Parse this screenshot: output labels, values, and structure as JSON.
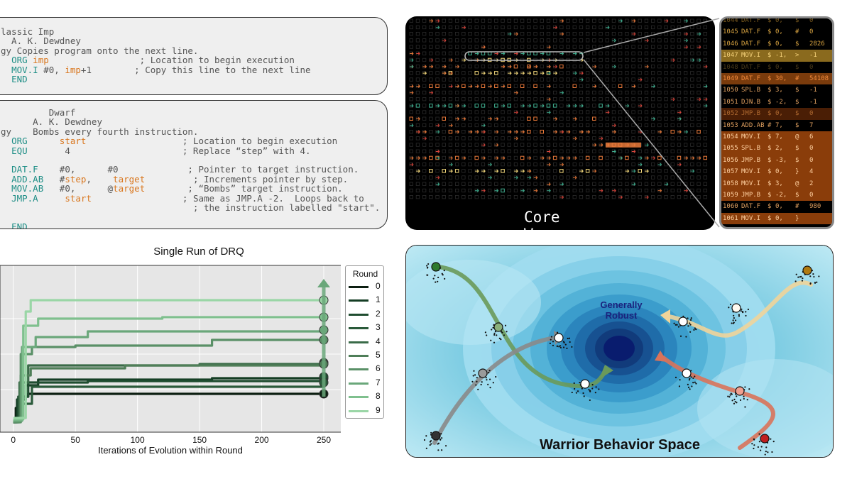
{
  "imp_code": {
    "lines": [
      [
        {
          "t": "lassic Imp",
          "c": ""
        }
      ],
      [
        {
          "t": "  A. K. Dewdney",
          "c": ""
        }
      ],
      [
        {
          "t": "gy Copies program onto the next line.",
          "c": ""
        }
      ],
      [
        {
          "t": "  ",
          "c": ""
        },
        {
          "t": "ORG",
          "c": "kw"
        },
        {
          "t": " ",
          "c": ""
        },
        {
          "t": "imp",
          "c": "arg"
        },
        {
          "t": "                 ; Location to begin execution",
          "c": ""
        }
      ],
      [
        {
          "t": "  ",
          "c": ""
        },
        {
          "t": "MOV.I",
          "c": "kw"
        },
        {
          "t": " #0, ",
          "c": ""
        },
        {
          "t": "imp",
          "c": "arg"
        },
        {
          "t": "+1        ; Copy this line to the next line",
          "c": ""
        }
      ],
      [
        {
          "t": "  ",
          "c": ""
        },
        {
          "t": "END",
          "c": "kw"
        }
      ]
    ]
  },
  "dwarf_code": {
    "lines": [
      [
        {
          "t": "         Dwarf",
          "c": ""
        }
      ],
      [
        {
          "t": "      A. K. Dewdney",
          "c": ""
        }
      ],
      [
        {
          "t": "gy    Bombs every fourth instruction.",
          "c": ""
        }
      ],
      [
        {
          "t": "  ",
          "c": ""
        },
        {
          "t": "ORG",
          "c": "kw"
        },
        {
          "t": "      ",
          "c": ""
        },
        {
          "t": "start",
          "c": "arg"
        },
        {
          "t": "                  ; Location to begin execution",
          "c": ""
        }
      ],
      [
        {
          "t": "  ",
          "c": ""
        },
        {
          "t": "EQU",
          "c": "kw"
        },
        {
          "t": "       4                     ; Replace “step” with 4.",
          "c": ""
        }
      ],
      [
        {
          "t": "",
          "c": ""
        }
      ],
      [
        {
          "t": "  ",
          "c": ""
        },
        {
          "t": "DAT.F",
          "c": "kw"
        },
        {
          "t": "    #0,      #0             ; Pointer to target instruction.",
          "c": ""
        }
      ],
      [
        {
          "t": "  ",
          "c": ""
        },
        {
          "t": "ADD.AB",
          "c": "kw"
        },
        {
          "t": "   #",
          "c": ""
        },
        {
          "t": "step",
          "c": "arg"
        },
        {
          "t": ",    ",
          "c": ""
        },
        {
          "t": "target",
          "c": "arg"
        },
        {
          "t": "         ; Increments pointer by step.",
          "c": ""
        }
      ],
      [
        {
          "t": "  ",
          "c": ""
        },
        {
          "t": "MOV.AB",
          "c": "kw"
        },
        {
          "t": "   #0,      @",
          "c": ""
        },
        {
          "t": "target",
          "c": "arg"
        },
        {
          "t": "        ; “Bombs” target instruction.",
          "c": ""
        }
      ],
      [
        {
          "t": "  ",
          "c": ""
        },
        {
          "t": "JMP.A",
          "c": "kw"
        },
        {
          "t": "     ",
          "c": ""
        },
        {
          "t": "start",
          "c": "arg"
        },
        {
          "t": "                 ; Same as JMP.A -2.  Loops back to",
          "c": ""
        }
      ],
      [
        {
          "t": "                                    ; the instruction labelled \"start\".",
          "c": ""
        }
      ],
      [
        {
          "t": "",
          "c": ""
        }
      ],
      [
        {
          "t": "  ",
          "c": ""
        },
        {
          "t": "END",
          "c": "kw"
        }
      ]
    ]
  },
  "core_war": {
    "title": "Core War",
    "memory_rows": [
      {
        "addr": "1044",
        "op": "DAT.F",
        "a": "$",
        "av": "0,",
        "b": "$",
        "bv": "0",
        "bg": "#000000",
        "fg": "#7a5a1e"
      },
      {
        "addr": "1045",
        "op": "DAT.F",
        "a": "$",
        "av": "0,",
        "b": "#",
        "bv": "0",
        "bg": "#000000",
        "fg": "#d9a441"
      },
      {
        "addr": "1046",
        "op": "DAT.F",
        "a": "$",
        "av": "0,",
        "b": "$",
        "bv": "2826",
        "bg": "#000000",
        "fg": "#d9a441"
      },
      {
        "addr": "1047",
        "op": "MOV.I",
        "a": "$",
        "av": "-1,",
        "b": ">",
        "bv": "-1",
        "bg": "#8a6a1e",
        "fg": "#f5d27a"
      },
      {
        "addr": "1048",
        "op": "DAT.F",
        "a": "$",
        "av": "0,",
        "b": "$",
        "bv": "0",
        "bg": "#000000",
        "fg": "#4a3a1a"
      },
      {
        "addr": "1049",
        "op": "DAT.F",
        "a": "$",
        "av": "30,",
        "b": "#",
        "bv": "54108",
        "bg": "#7a3b0c",
        "fg": "#f08a3c"
      },
      {
        "addr": "1050",
        "op": "SPL.B",
        "a": "$",
        "av": "3,",
        "b": "$",
        "bv": "-1",
        "bg": "#000000",
        "fg": "#e0a060"
      },
      {
        "addr": "1051",
        "op": "DJN.B",
        "a": "$",
        "av": "-2,",
        "b": "$",
        "bv": "-1",
        "bg": "#000000",
        "fg": "#e0a060"
      },
      {
        "addr": "1052",
        "op": "JMP.B",
        "a": "$",
        "av": "0,",
        "b": "$",
        "bv": "0",
        "bg": "#4a1e05",
        "fg": "#b06a30"
      },
      {
        "addr": "1053",
        "op": "ADD.AB",
        "a": "#",
        "av": "7,",
        "b": "$",
        "bv": "7",
        "bg": "#000000",
        "fg": "#e0a060"
      },
      {
        "addr": "1054",
        "op": "MOV.I",
        "a": "$",
        "av": "7,",
        "b": "@",
        "bv": "6",
        "bg": "#8a3d0a",
        "fg": "#ffd0a0"
      },
      {
        "addr": "1055",
        "op": "SPL.B",
        "a": "$",
        "av": "2,",
        "b": "$",
        "bv": "0",
        "bg": "#8a3d0a",
        "fg": "#ffd0a0"
      },
      {
        "addr": "1056",
        "op": "JMP.B",
        "a": "$",
        "av": "-3,",
        "b": "$",
        "bv": "0",
        "bg": "#8a3d0a",
        "fg": "#ffd0a0"
      },
      {
        "addr": "1057",
        "op": "MOV.I",
        "a": "$",
        "av": "0,",
        "b": "}",
        "bv": "4",
        "bg": "#8a3d0a",
        "fg": "#ffd0a0"
      },
      {
        "addr": "1058",
        "op": "MOV.I",
        "a": "$",
        "av": "3,",
        "b": "@",
        "bv": "2",
        "bg": "#8a3d0a",
        "fg": "#ffd0a0"
      },
      {
        "addr": "1059",
        "op": "JMP.B",
        "a": "$",
        "av": "-2,",
        "b": "$",
        "bv": "0",
        "bg": "#8a3d0a",
        "fg": "#ffd0a0"
      },
      {
        "addr": "1060",
        "op": "DAT.F",
        "a": "$",
        "av": "0,",
        "b": "#",
        "bv": "980",
        "bg": "#000000",
        "fg": "#e0a060"
      },
      {
        "addr": "1061",
        "op": "MOV.I",
        "a": "$",
        "av": "0,",
        "b": "}",
        "bv": "",
        "bg": "#8a3d0a",
        "fg": "#ffd0a0"
      }
    ],
    "colors": {
      "green": "#3fae8f",
      "orange": "#e8793a",
      "yellow": "#f2d77a",
      "red": "#d9453b",
      "grid": "#2b2b2b"
    }
  },
  "behavior_space": {
    "title": "Warrior Behavior Space",
    "center_label_line1": "Generally",
    "center_label_line2": "Robust",
    "colors": {
      "deep": "#0a1a6e",
      "light": "#aee5f3",
      "green": "#6a9a5a",
      "gray": "#8a8a8a",
      "tan": "#f0d49a",
      "red": "#d9735a"
    }
  },
  "chart_data": {
    "type": "line",
    "title": "Single Run of DRQ",
    "xlabel": "Iterations of Evolution within Round",
    "ylabel": "",
    "xlim": [
      -5,
      262
    ],
    "xticks": [
      0,
      50,
      100,
      150,
      200,
      250
    ],
    "grid": true,
    "legend_title": "Round",
    "legend_position": "right",
    "series": [
      {
        "name": "0",
        "color": "#0d1f12",
        "points": [
          [
            0,
            0.02
          ],
          [
            2,
            0.12
          ],
          [
            5,
            0.2
          ],
          [
            12,
            0.22
          ],
          [
            250,
            0.22
          ]
        ]
      },
      {
        "name": "1",
        "color": "#143d24",
        "points": [
          [
            0,
            0.02
          ],
          [
            3,
            0.18
          ],
          [
            10,
            0.28
          ],
          [
            20,
            0.32
          ],
          [
            160,
            0.33
          ],
          [
            250,
            0.33
          ]
        ]
      },
      {
        "name": "2",
        "color": "#1f4d30",
        "points": [
          [
            0,
            0.02
          ],
          [
            4,
            0.2
          ],
          [
            12,
            0.3
          ],
          [
            60,
            0.31
          ],
          [
            250,
            0.34
          ]
        ]
      },
      {
        "name": "3",
        "color": "#2a5a3a",
        "points": [
          [
            0,
            0.03
          ],
          [
            5,
            0.15
          ],
          [
            15,
            0.27
          ],
          [
            250,
            0.3
          ]
        ]
      },
      {
        "name": "4",
        "color": "#3a6b48",
        "points": [
          [
            0,
            0.02
          ],
          [
            5,
            0.3
          ],
          [
            12,
            0.42
          ],
          [
            150,
            0.43
          ],
          [
            250,
            0.44
          ]
        ]
      },
      {
        "name": "5",
        "color": "#4f7e58",
        "points": [
          [
            0,
            0.03
          ],
          [
            6,
            0.35
          ],
          [
            14,
            0.4
          ],
          [
            90,
            0.42
          ],
          [
            250,
            0.43
          ]
        ]
      },
      {
        "name": "6",
        "color": "#5a9067",
        "points": [
          [
            0,
            0.02
          ],
          [
            6,
            0.5
          ],
          [
            15,
            0.55
          ],
          [
            50,
            0.56
          ],
          [
            160,
            0.6
          ],
          [
            250,
            0.6
          ]
        ]
      },
      {
        "name": "7",
        "color": "#6aa77a",
        "points": [
          [
            0,
            0.03
          ],
          [
            7,
            0.55
          ],
          [
            18,
            0.62
          ],
          [
            60,
            0.66
          ],
          [
            200,
            0.66
          ],
          [
            250,
            0.67
          ]
        ]
      },
      {
        "name": "8",
        "color": "#7fc08e",
        "points": [
          [
            0,
            0.04
          ],
          [
            8,
            0.7
          ],
          [
            20,
            0.75
          ],
          [
            120,
            0.76
          ],
          [
            250,
            0.76
          ]
        ]
      },
      {
        "name": "9",
        "color": "#9ad6a6",
        "points": [
          [
            0,
            0.05
          ],
          [
            10,
            0.8
          ],
          [
            14,
            0.88
          ],
          [
            250,
            0.88
          ]
        ]
      }
    ]
  }
}
